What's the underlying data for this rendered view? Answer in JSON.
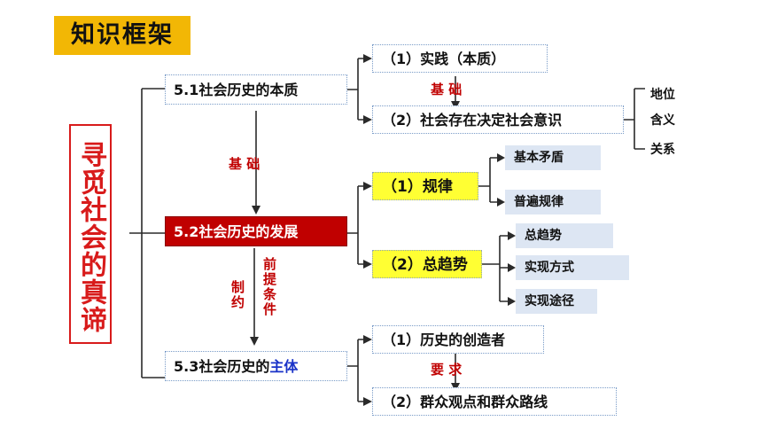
{
  "title": "知识框架",
  "root": "寻觅社会的真谛",
  "sections": {
    "s1": "5.1社会历史的本质",
    "s2": "5.2社会历史的发展",
    "s3_prefix": "5.3社会历史的",
    "s3_highlight": "主体"
  },
  "s1_children": {
    "c1": "（1）实践（本质）",
    "c2": "（2）社会存在决定社会意识",
    "link": "基  础",
    "c2_leaves": [
      "地位",
      "含义",
      "关系"
    ]
  },
  "s2_children": {
    "c1": "（1）规律",
    "c1_leaves": [
      "基本矛盾",
      "普遍规律"
    ],
    "c2": "（2）总趋势",
    "c2_leaves": [
      "总趋势",
      "实现方式",
      "实现途径"
    ]
  },
  "s3_children": {
    "c1": "（1）历史的创造者",
    "link": "要  求",
    "c2": "（2）群众观点和群众路线"
  },
  "vertical_links": {
    "s1_s2": "基  础",
    "s2_s3_left": "制约",
    "s2_s3_right": "前提条件"
  },
  "colors": {
    "accent_yellow": "#f2b705",
    "red": "#c00000",
    "blue": "#1a33c8",
    "leaf_bg": "#dde6f3"
  }
}
